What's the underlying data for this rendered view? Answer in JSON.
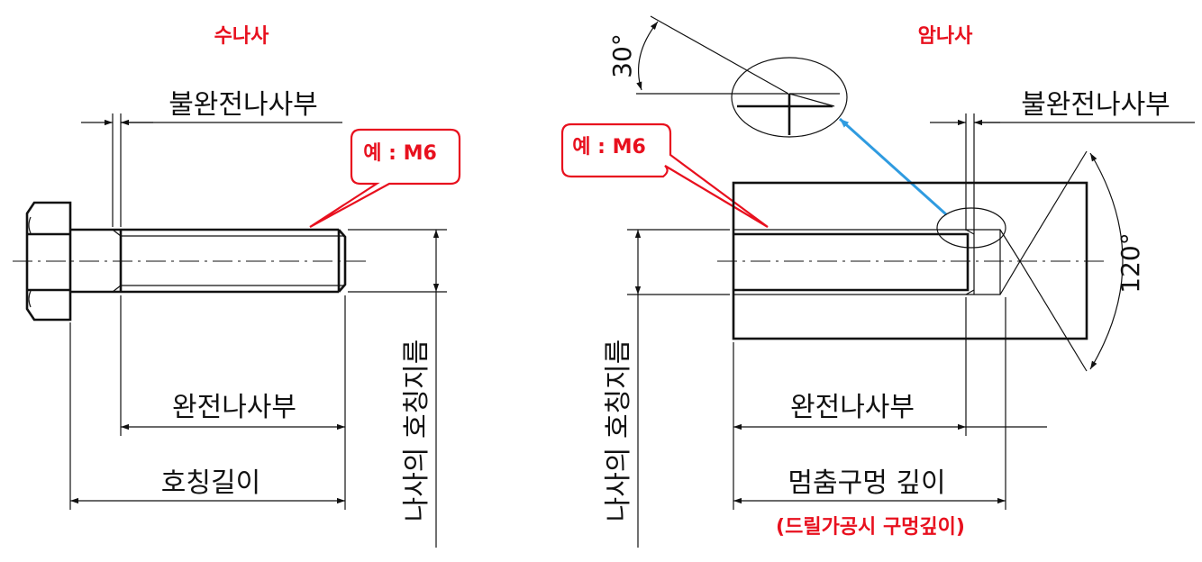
{
  "male_thread": {
    "title": "수나사",
    "incomplete_thread": "불완전나사부",
    "example": "예 : M6",
    "nominal_diameter": "나사의 호칭지름",
    "complete_thread": "완전나사부",
    "nominal_length": "호칭길이"
  },
  "female_thread": {
    "title": "암나사",
    "angle_top": "30°",
    "incomplete_thread": "불완전나사부",
    "example": "예 : M6",
    "nominal_diameter": "나사의 호칭지름",
    "angle_right": "120°",
    "complete_thread": "완전나사부",
    "hole_depth": "멈춤구멍 깊이",
    "drill_note": "(드릴가공시 구멍깊이)"
  },
  "colors": {
    "annotation_red": "#e8101e",
    "arrow_blue": "#2f9be0",
    "line": "#111111"
  }
}
